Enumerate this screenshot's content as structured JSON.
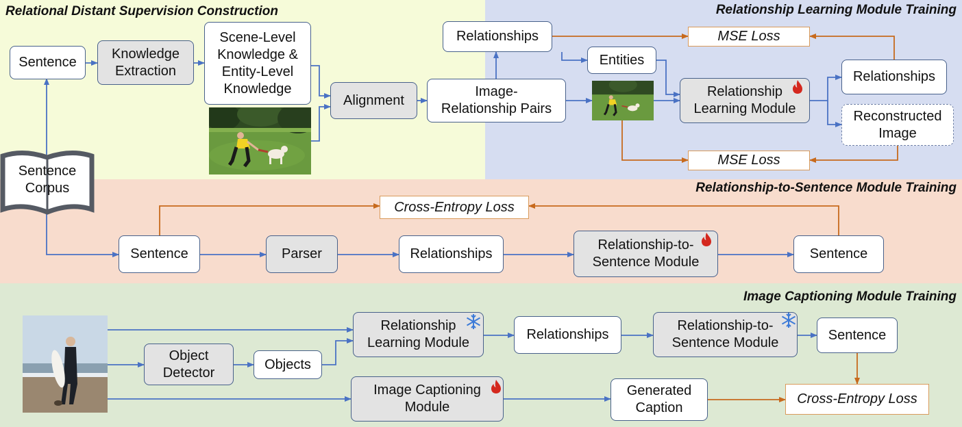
{
  "panels": {
    "relational": {
      "title": "Relational Distant Supervision Construction",
      "color": "#f6fbd9"
    },
    "learning": {
      "title": "Relationship Learning Module Training",
      "color": "#d6ddf1"
    },
    "r2s": {
      "title": "Relationship-to-Sentence Module Training",
      "color": "#f8dccd"
    },
    "captioning": {
      "title": "Image Captioning Module Training",
      "color": "#dde9d3"
    }
  },
  "colors": {
    "blue_arrow": "#4a72c4",
    "orange_arrow": "#c76a1d",
    "box_border": "#47608a"
  },
  "nodes": {
    "sentence_top": "Sentence",
    "knowledge_extraction": "Knowledge\nExtraction",
    "scene_knowledge": "Scene-Level\nKnowledge &\nEntity-Level\nKnowledge",
    "alignment": "Alignment",
    "image_relationship_pairs": "Image-\nRelationship Pairs",
    "relationships_top": "Relationships",
    "entities": "Entities",
    "rlm_train": "Relationship\nLearning Module",
    "relationships_out": "Relationships",
    "reconstructed_image": "Reconstructed\nImage",
    "mse_loss_top": "MSE Loss",
    "mse_loss_bottom": "MSE Loss",
    "sentence_corpus": "Sentence\nCorpus",
    "sentence_r2s_in": "Sentence",
    "parser": "Parser",
    "relationships_r2s": "Relationships",
    "r2s_train": "Relationship-to-\nSentence Module",
    "sentence_r2s_out": "Sentence",
    "cross_entropy_r2s": "Cross-Entropy Loss",
    "object_detector": "Object\nDetector",
    "objects": "Objects",
    "rlm_frozen": "Relationship\nLearning Module",
    "relationships_cap": "Relationships",
    "r2s_frozen": "Relationship-to-\nSentence Module",
    "sentence_cap": "Sentence",
    "icm": "Image Captioning\nModule",
    "generated_caption": "Generated\nCaption",
    "cross_entropy_cap": "Cross-Entropy Loss"
  },
  "icons": {
    "trainable": "flame-icon",
    "frozen": "snowflake-icon",
    "corpus": "open-book-icon",
    "photo_dog": "photo-woman-dog",
    "photo_surfer": "photo-surfer-beach"
  }
}
